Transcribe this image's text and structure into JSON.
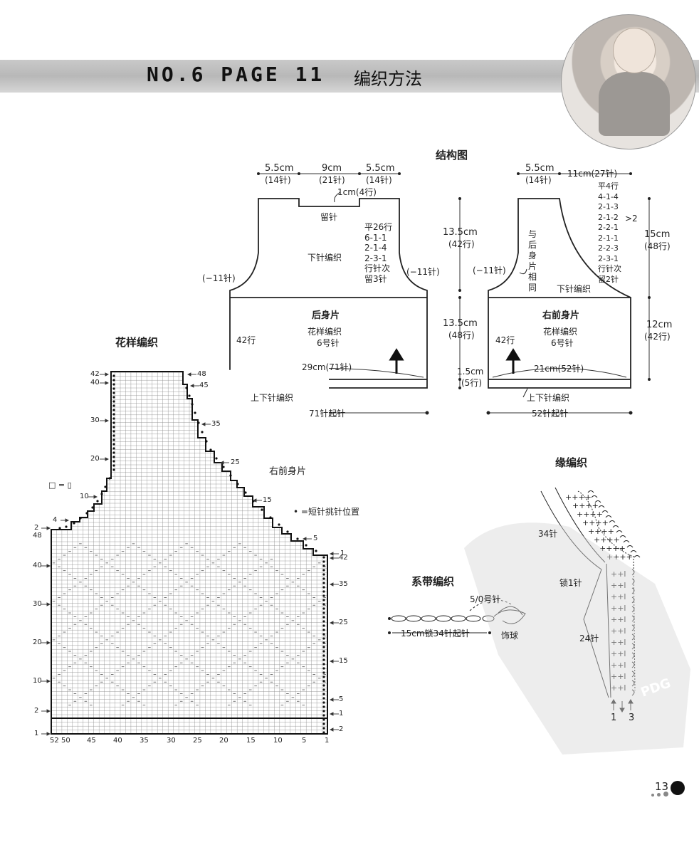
{
  "header": {
    "code": "NO.6 PAGE 11",
    "title": "编织方法"
  },
  "structure": {
    "title": "结构图",
    "back": {
      "top_left_cm": "5.5cm",
      "top_left_st": "(14针)",
      "top_mid_cm": "9cm",
      "top_mid_st": "(21针)",
      "top_right_cm": "5.5cm",
      "top_right_st": "(14针)",
      "neck_drop": "1cm(4行)",
      "neck_label": "留针",
      "armhole_note": "平26行\n6-1-1\n2-1-4\n2-3-1\n行针次\n留3针",
      "stockinette": "下针编织",
      "left_dec": "(−11针)",
      "right_dec": "(−11针)",
      "piece_name": "后身片",
      "pattern": "花样编织",
      "needle": "6号针",
      "rows_left": "42行",
      "width": "29cm(71针)",
      "rib_label": "上下针编织",
      "cast_on": "71针起针"
    },
    "side": {
      "upper_cm": "13.5cm",
      "upper_rows": "(42行)",
      "lower_cm": "13.5cm",
      "lower_rows": "(48行)",
      "rib_cm": "1.5cm",
      "rib_rows": "(5行)",
      "dec": "(−11针)"
    },
    "front": {
      "top_left_cm": "5.5cm",
      "top_left_st": "(14针)",
      "top_right": "11cm(27针)",
      "neck_note": "平4行\n4-1-4\n2-1-3\n2-1-2\n2-2-1\n2-1-1\n2-2-3\n2-3-1\n行针次\n留2针",
      "neck_mult": ">2",
      "same_as_back": "与\n后\n身\n片\n相\n同",
      "stockinette": "下针编织",
      "piece_name": "右前身片",
      "pattern": "花样编织",
      "needle": "6号针",
      "rows_left": "42行",
      "width": "21cm(52针)",
      "rib_label": "上下针编织",
      "cast_on": "52针起针",
      "right_upper_cm": "15cm",
      "right_upper_rows": "(48行)",
      "right_lower_cm": "12cm",
      "right_lower_rows": "(42行)"
    }
  },
  "pattern_chart": {
    "title": "花样编织",
    "piece_label": "右前身片",
    "legend_box": "□ = ▯",
    "legend_dot": "• =短针挑针位置",
    "left_rows": [
      "42",
      "40",
      "30",
      "20",
      "10",
      "4",
      "2",
      "48",
      "40",
      "30",
      "20",
      "10",
      "2",
      "1"
    ],
    "right_rows": [
      "48",
      "45",
      "35",
      "25",
      "15",
      "5",
      "1",
      "42",
      "35",
      "25",
      "15",
      "5",
      "1",
      "2"
    ],
    "bottom_cols": [
      "52",
      "50",
      "45",
      "40",
      "35",
      "30",
      "25",
      "20",
      "15",
      "10",
      "5",
      "1"
    ]
  },
  "tie": {
    "title": "系带编织",
    "hook": "5/0号针",
    "cast_on": "15cm锁34针起针",
    "pompom": "饰球"
  },
  "edging": {
    "title": "缘编织",
    "upper": "34针",
    "chain": "锁1针",
    "lower": "24针",
    "row1": "1",
    "row3": "3"
  },
  "page_number": "13",
  "watermark": "PDG"
}
